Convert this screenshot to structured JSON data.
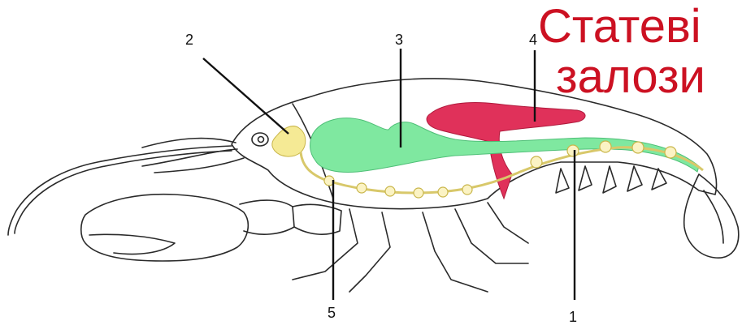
{
  "title_lines": [
    "Статеві",
    "залози"
  ],
  "labels": [
    "1",
    "2",
    "3",
    "4",
    "5"
  ],
  "colors": {
    "title": "#cc1122",
    "gonad": "#e0315a",
    "gut": "#7fe8a0",
    "nerve_cord": "#f3e79a",
    "nerve_ganglia": "#fbf3c4",
    "brain": "#f5ea95",
    "outline": "#2a2a2a"
  }
}
